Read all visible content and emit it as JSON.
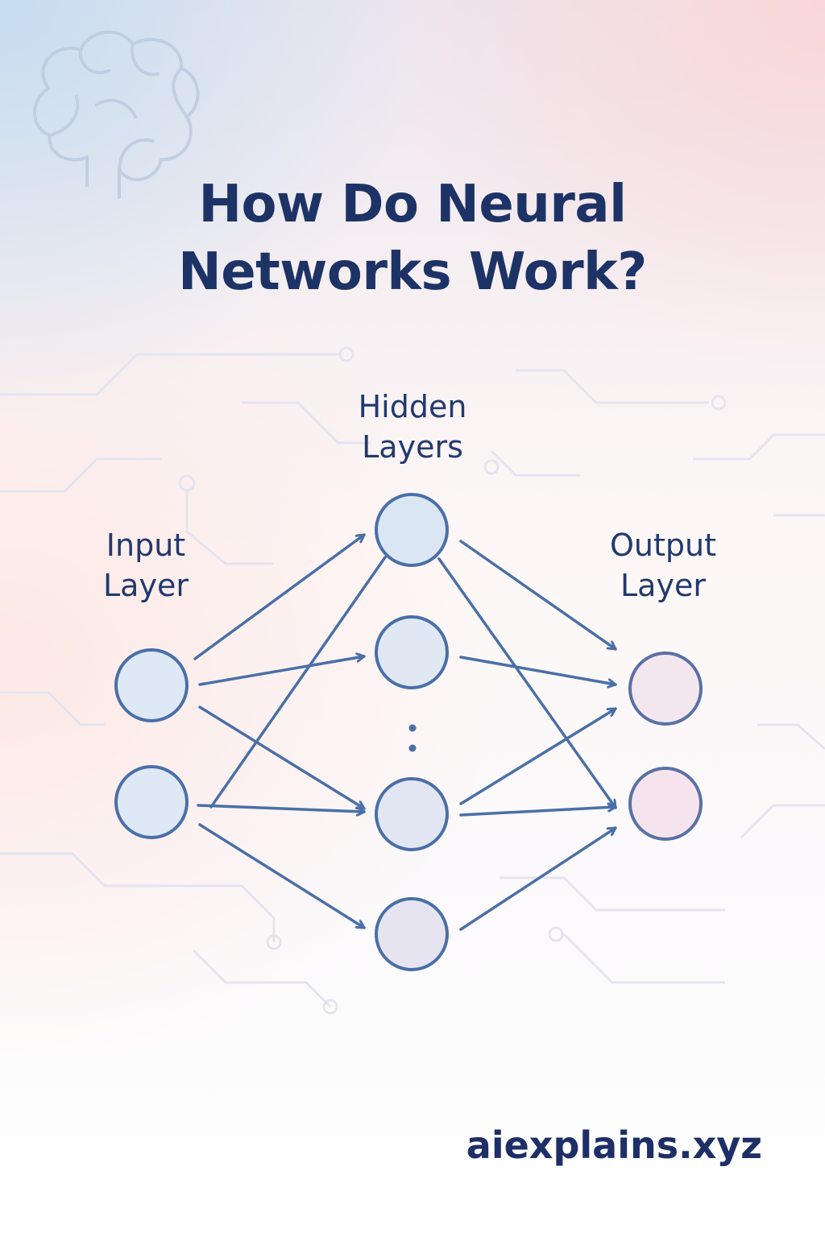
{
  "title": {
    "line1": "How Do Neural",
    "line2": "Networks Work?"
  },
  "labels": {
    "hidden": {
      "line1": "Hidden",
      "line2": "Layers"
    },
    "input": {
      "line1": "Input",
      "line2": "Layer"
    },
    "output": {
      "line1": "Output",
      "line2": "Layer"
    }
  },
  "footer": {
    "url": "aiexplains.xyz"
  },
  "icons": {
    "background_icon": "brain-icon"
  },
  "colors": {
    "title": "#1d3366",
    "stroke": "#4a6fa8",
    "node_blue": "#dde7f4",
    "node_pink": "#f5e6ef"
  }
}
